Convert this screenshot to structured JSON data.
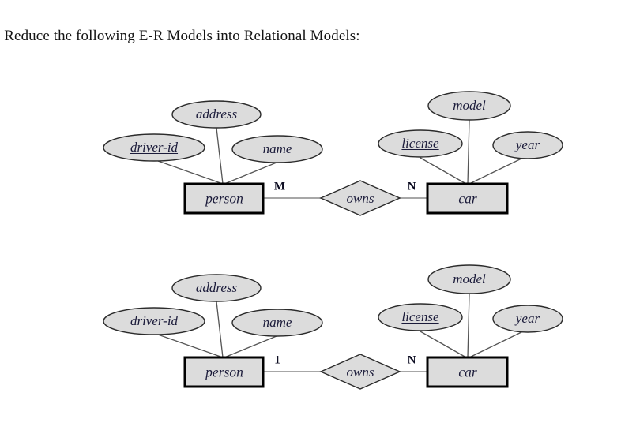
{
  "page": {
    "title": ") Reduce the following E-R Models into Relational Models:",
    "background_color": "#ffffff",
    "shape_fill": "#dcdcdc",
    "shape_stroke": "#2b2b2b",
    "entity_stroke": "#000000",
    "connector_color": "#555555",
    "text_color": "#1b1b3a"
  },
  "diagrams": [
    {
      "name": "er-diagram-many-to-many",
      "entities": [
        {
          "label": "person",
          "attributes": [
            {
              "label": "driver-id",
              "key": true
            },
            {
              "label": "address",
              "key": false
            },
            {
              "label": "name",
              "key": false
            }
          ]
        },
        {
          "label": "car",
          "attributes": [
            {
              "label": "license",
              "key": true
            },
            {
              "label": "model",
              "key": false
            },
            {
              "label": "year",
              "key": false
            }
          ]
        }
      ],
      "relationship": {
        "label": "owns",
        "left_cardinality": "M",
        "right_cardinality": "N"
      }
    },
    {
      "name": "er-diagram-one-to-many",
      "entities": [
        {
          "label": "person",
          "attributes": [
            {
              "label": "driver-id",
              "key": true
            },
            {
              "label": "address",
              "key": false
            },
            {
              "label": "name",
              "key": false
            }
          ]
        },
        {
          "label": "car",
          "attributes": [
            {
              "label": "license",
              "key": true
            },
            {
              "label": "model",
              "key": false
            },
            {
              "label": "year",
              "key": false
            }
          ]
        }
      ],
      "relationship": {
        "label": "owns",
        "left_cardinality": "1",
        "right_cardinality": "N"
      }
    }
  ]
}
